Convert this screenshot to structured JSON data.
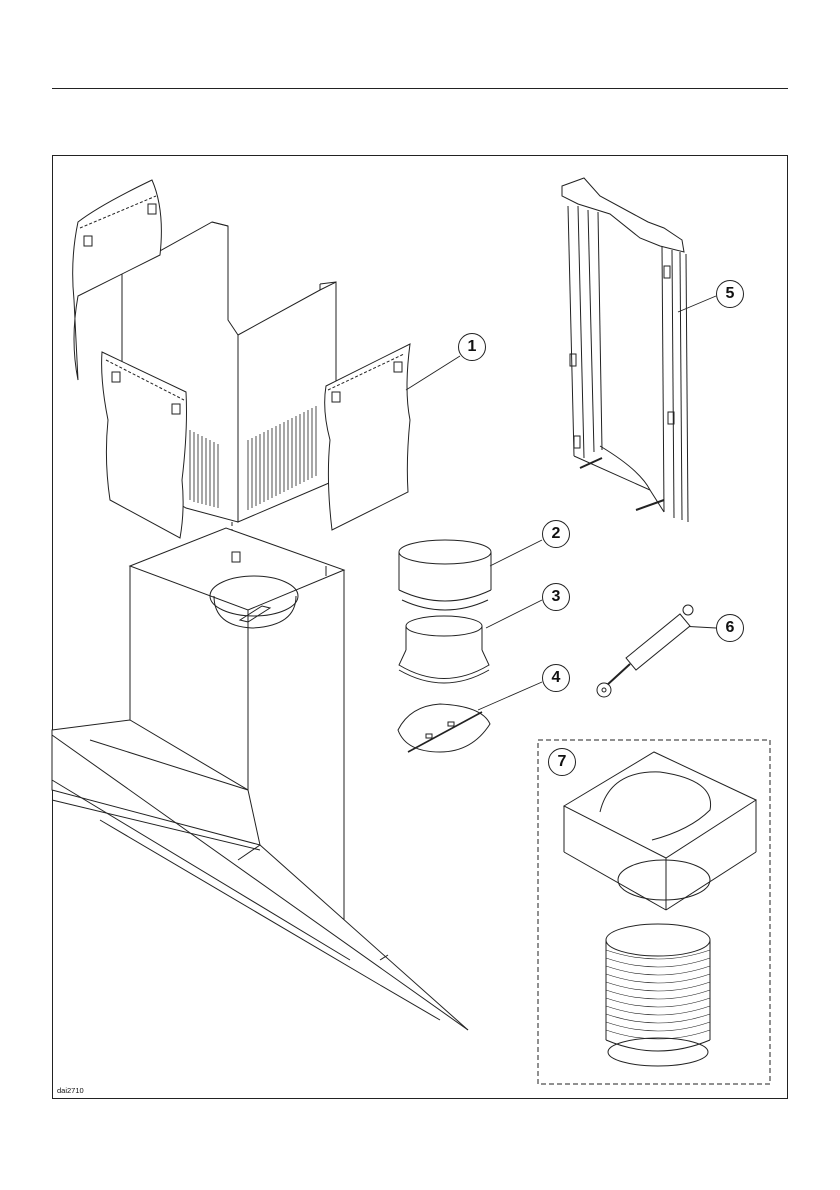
{
  "figure": {
    "code": "dai2710",
    "callouts": [
      {
        "number": "1",
        "part": "chimney-panels-and-cover"
      },
      {
        "number": "2",
        "part": "duct-ring-large"
      },
      {
        "number": "3",
        "part": "duct-ring-reducer"
      },
      {
        "number": "4",
        "part": "backdraft-valve"
      },
      {
        "number": "5",
        "part": "mounting-frame"
      },
      {
        "number": "6",
        "part": "gas-spring"
      },
      {
        "number": "7",
        "part": "recirculation-adapter-with-flexible-hose"
      }
    ]
  }
}
